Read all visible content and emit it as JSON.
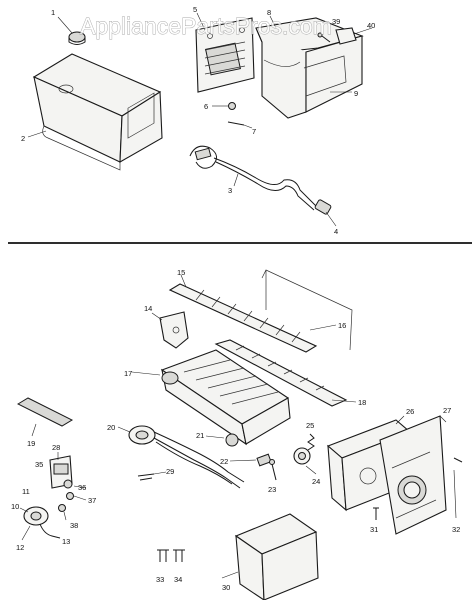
{
  "watermark": "AppliancePartsPros.com",
  "callouts": [
    "1",
    "2",
    "3",
    "4",
    "5",
    "6",
    "7",
    "8",
    "9",
    "39",
    "40",
    "10",
    "11",
    "12",
    "13",
    "14",
    "15",
    "16",
    "17",
    "18",
    "19",
    "20",
    "21",
    "22",
    "23",
    "24",
    "25",
    "26",
    "27",
    "28",
    "29",
    "30",
    "31",
    "32",
    "33",
    "34",
    "35",
    "36",
    "37",
    "38"
  ],
  "colors": {
    "line": "#1a1a1a",
    "background": "#ffffff"
  }
}
